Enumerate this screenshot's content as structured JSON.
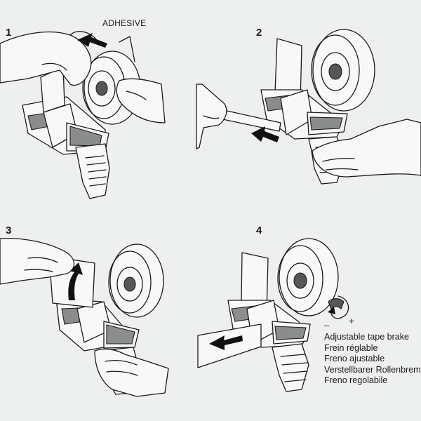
{
  "steps": [
    {
      "number": "1"
    },
    {
      "number": "2"
    },
    {
      "number": "3"
    },
    {
      "number": "4"
    }
  ],
  "adhesive_label": "ADHESIVE",
  "brake": {
    "minus": "–",
    "plus": "+",
    "labels": [
      "Adjustable tape brake",
      "Frein réglable",
      "Freno ajustable",
      "Verstellbarer Rollenbremse",
      "Freno regolabile"
    ]
  },
  "colors": {
    "background": "#eef0ef",
    "ink": "#1a1a1a",
    "shading": "#8a8d8c"
  }
}
